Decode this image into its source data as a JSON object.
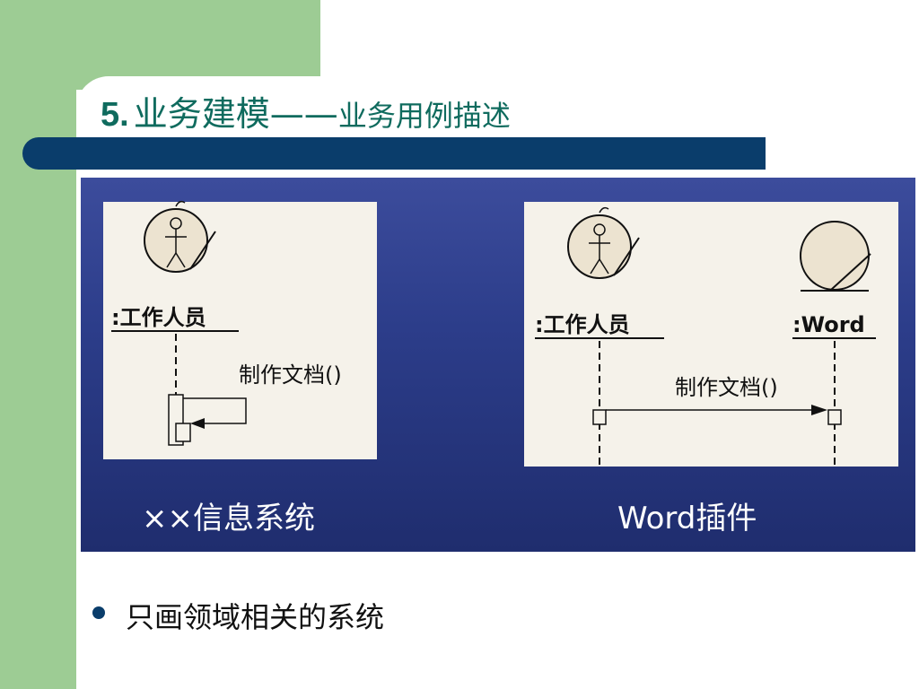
{
  "slide": {
    "title_number": "5.",
    "title_main": "业务建模——",
    "title_sub": "业务用例描述"
  },
  "diagram_left": {
    "lifeline_label": ":工作人员",
    "message_label": "制作文档()",
    "caption": "××信息系统"
  },
  "diagram_right": {
    "actor_label": ":工作人员",
    "entity_label": ":Word",
    "message_label": "制作文档()",
    "caption": "Word插件"
  },
  "bullets": [
    "只画领域相关的系统"
  ]
}
